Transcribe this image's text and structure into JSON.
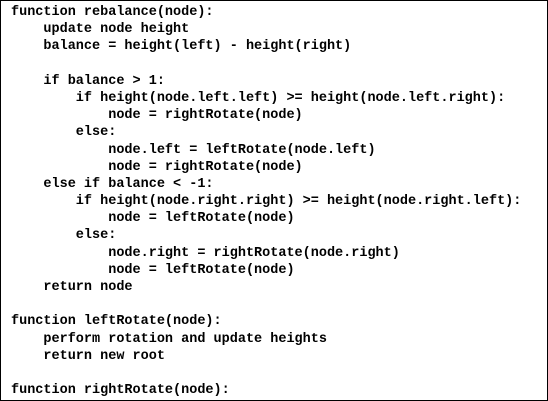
{
  "code": {
    "lines": [
      "function rebalance(node):",
      "    update node height",
      "    balance = height(left) - height(right)",
      "",
      "    if balance > 1:",
      "        if height(node.left.left) >= height(node.left.right):",
      "            node = rightRotate(node)",
      "        else:",
      "            node.left = leftRotate(node.left)",
      "            node = rightRotate(node)",
      "    else if balance < -1:",
      "        if height(node.right.right) >= height(node.right.left):",
      "            node = leftRotate(node)",
      "        else:",
      "            node.right = rightRotate(node.right)",
      "            node = leftRotate(node)",
      "    return node",
      "",
      "function leftRotate(node):",
      "    perform rotation and update heights",
      "    return new root",
      "",
      "function rightRotate(node):"
    ]
  }
}
